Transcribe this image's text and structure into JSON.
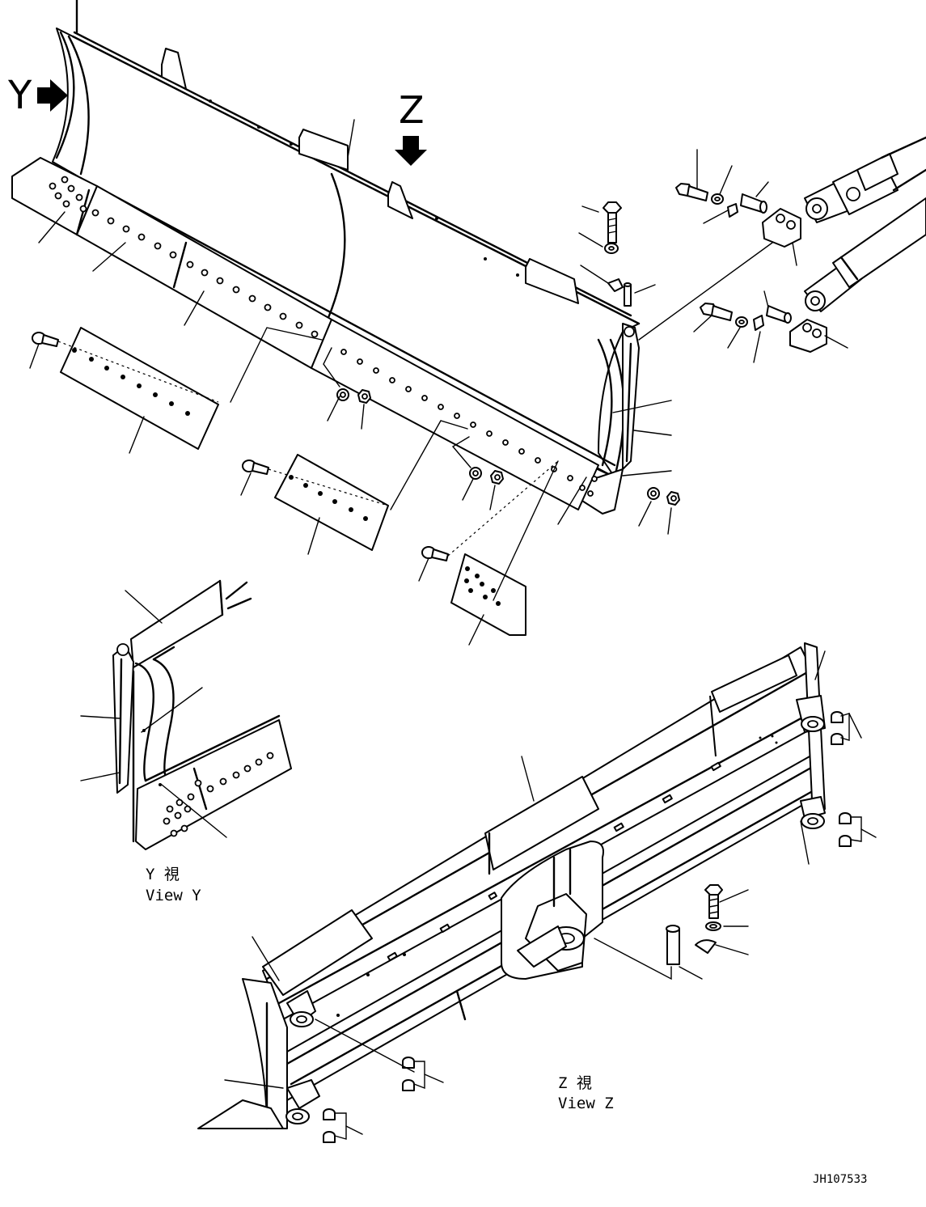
{
  "view_markers": {
    "y": "Y",
    "z": "Z"
  },
  "captions": {
    "view_y_jp": "Y 視",
    "view_y_en": "View Y",
    "view_z_jp": "Z 視",
    "view_z_en": "View Z"
  },
  "drawing_code": "JH107533"
}
